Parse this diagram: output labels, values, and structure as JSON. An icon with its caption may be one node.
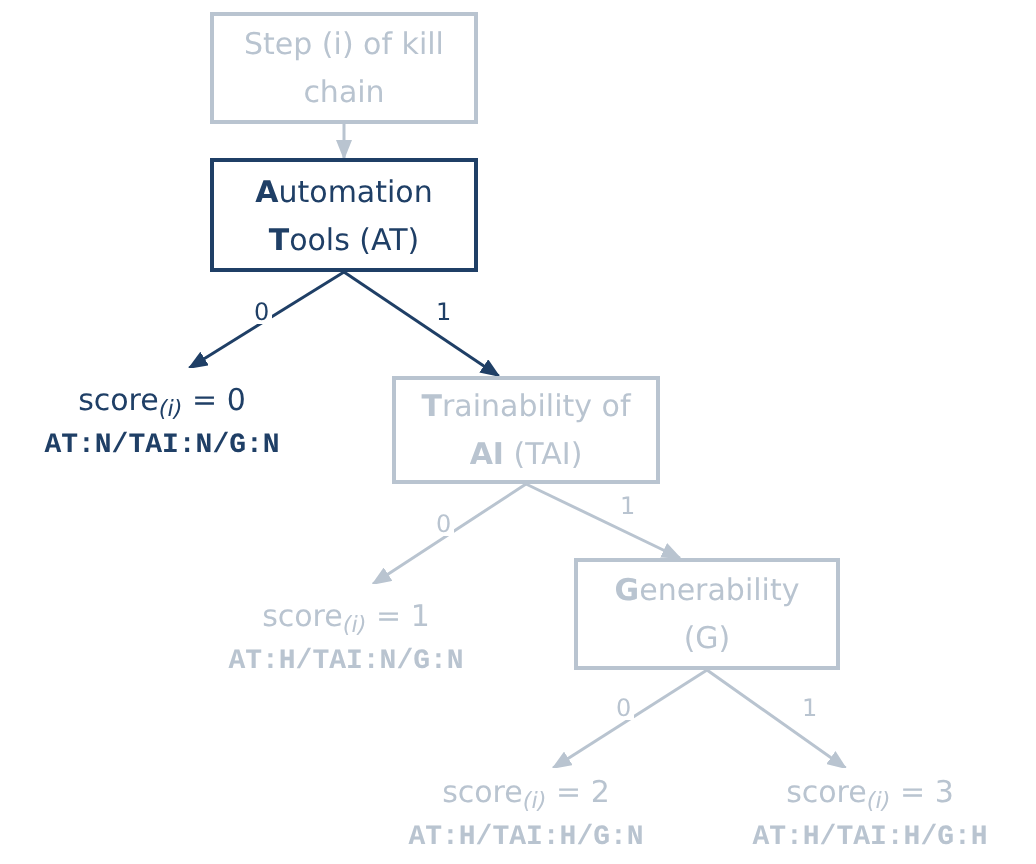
{
  "diagram": {
    "nodes": [
      {
        "text": [
          "Step (i) of kill chain"
        ]
      },
      {
        "text": [
          "**A**utomation **T**ools (AT)"
        ]
      },
      {
        "text": [
          "score$_{(i)}$ = 0",
          "AT:N/TAI:N/G:N"
        ]
      },
      {
        "text": [
          "**T**rainability of **AI** (TAI)"
        ]
      },
      {
        "text": [
          "score$_{(i)}$ = 1",
          "AT:H/TAI:N/G:N"
        ]
      },
      {
        "text": [
          "**G**enerability (G)"
        ]
      },
      {
        "text": [
          "score$_{(i)}$ = 2",
          "AT:H/TAI:H/G:N"
        ]
      },
      {
        "text": [
          "score$_{(i)}$ = 3",
          "AT:H/TAI:H/G:H"
        ]
      }
    ],
    "edges": [
      {
        "from": 0,
        "to": 1,
        "arrow": "to"
      },
      {
        "from": 1,
        "to": 2,
        "label": "0",
        "arrow": "to",
        "color": "#1f3f66"
      },
      {
        "from": 1,
        "to": 3,
        "label": "1",
        "arrow": "to",
        "color": "#1f3f66"
      },
      {
        "from": 3,
        "to": 4,
        "label": "0",
        "arrow": "to"
      },
      {
        "from": 3,
        "to": 5,
        "label": "1",
        "arrow": "to"
      },
      {
        "from": 5,
        "to": 6,
        "label": "0",
        "arrow": "to"
      },
      {
        "from": 5,
        "to": 7,
        "label": "1",
        "arrow": "to"
      }
    ]
  }
}
